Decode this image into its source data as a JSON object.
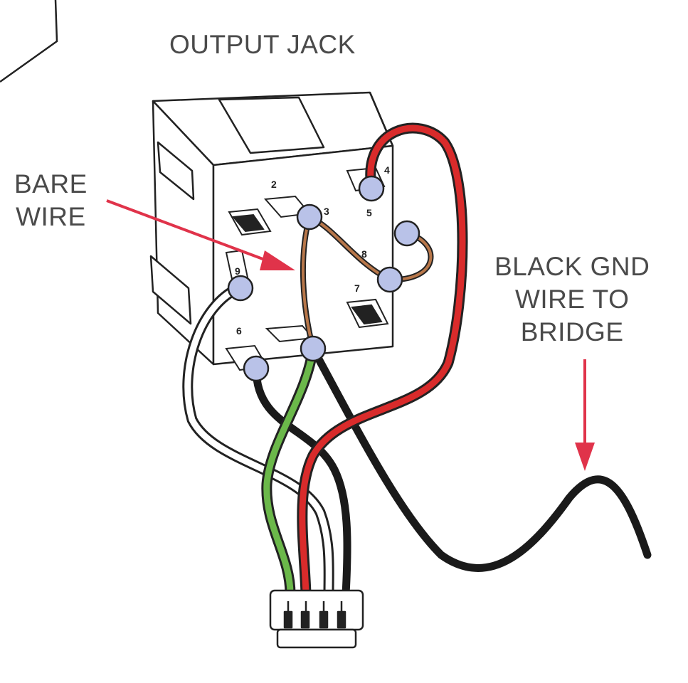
{
  "labels": {
    "output_jack": "OUTPUT JACK",
    "bare_wire": "BARE\nWIRE",
    "black_gnd": "BLACK GND\nWIRE TO\nBRIDGE"
  },
  "pin_numbers": [
    "2",
    "3",
    "4",
    "5",
    "6",
    "7",
    "8",
    "9"
  ],
  "colors": {
    "red_wire": "#d92b2b",
    "green_wire": "#6bb84a",
    "white_wire": "#ffffff",
    "black_wire": "#1a1a1a",
    "bare_wire": "#b8774a",
    "solder_joint": "#b9c2e8",
    "arrow": "#e0334a",
    "label_text": "#4a4a4a"
  }
}
